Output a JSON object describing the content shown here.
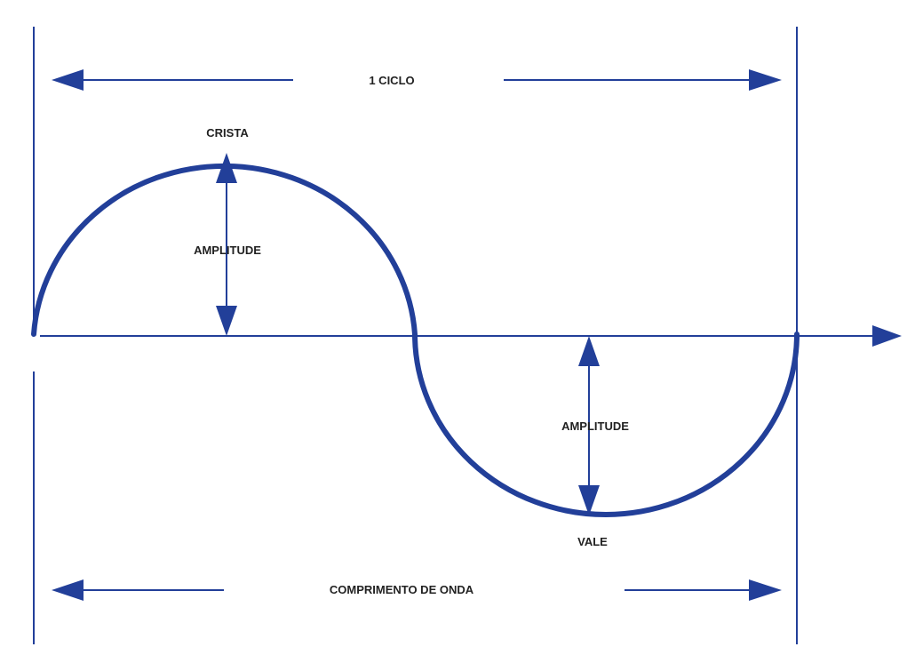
{
  "labels": {
    "cycle": "1 CICLO",
    "crest": "CRISTA",
    "amplitude_top": "AMPLITUDE",
    "amplitude_bottom": "AMPLITUDE",
    "trough": "VALE",
    "wavelength": "COMPRIMENTO DE ONDA"
  },
  "colors": {
    "stroke": "#223f99",
    "text": "#222222"
  }
}
